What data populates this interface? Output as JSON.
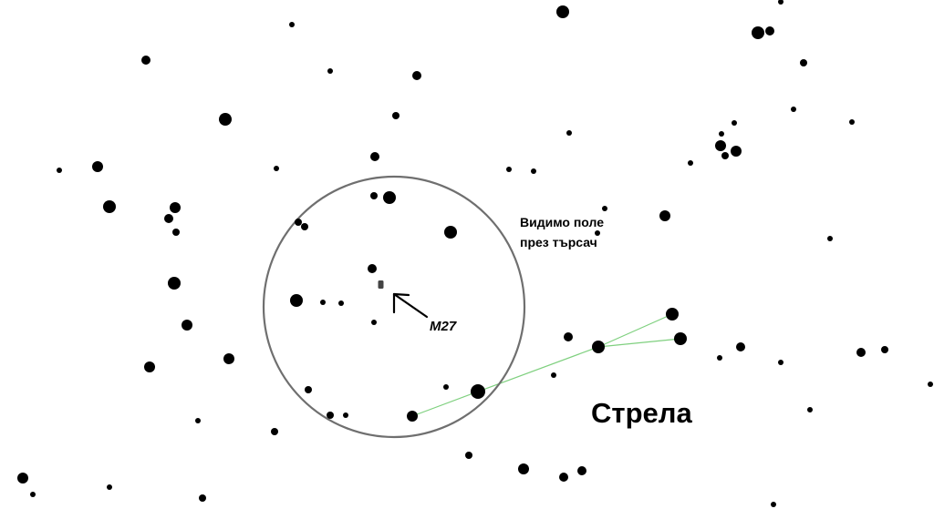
{
  "labels": {
    "fov_line1": "Видимо поле",
    "fov_line2": "през търсач",
    "target": "M27",
    "constellation": "Стрела"
  },
  "colors": {
    "background": "#ffffff",
    "stars": "#000000",
    "finder_circle": "#6f6f6f",
    "asterism_lines": "#7fd07f",
    "target_object": "#444444",
    "pointer_arrow": "#000000"
  },
  "features": {
    "star_magnitude_classes": [
      "small",
      "medium",
      "large"
    ],
    "finder_field_circle": true,
    "asterism_lines_drawn": true,
    "target_pointer_arrow": true
  }
}
